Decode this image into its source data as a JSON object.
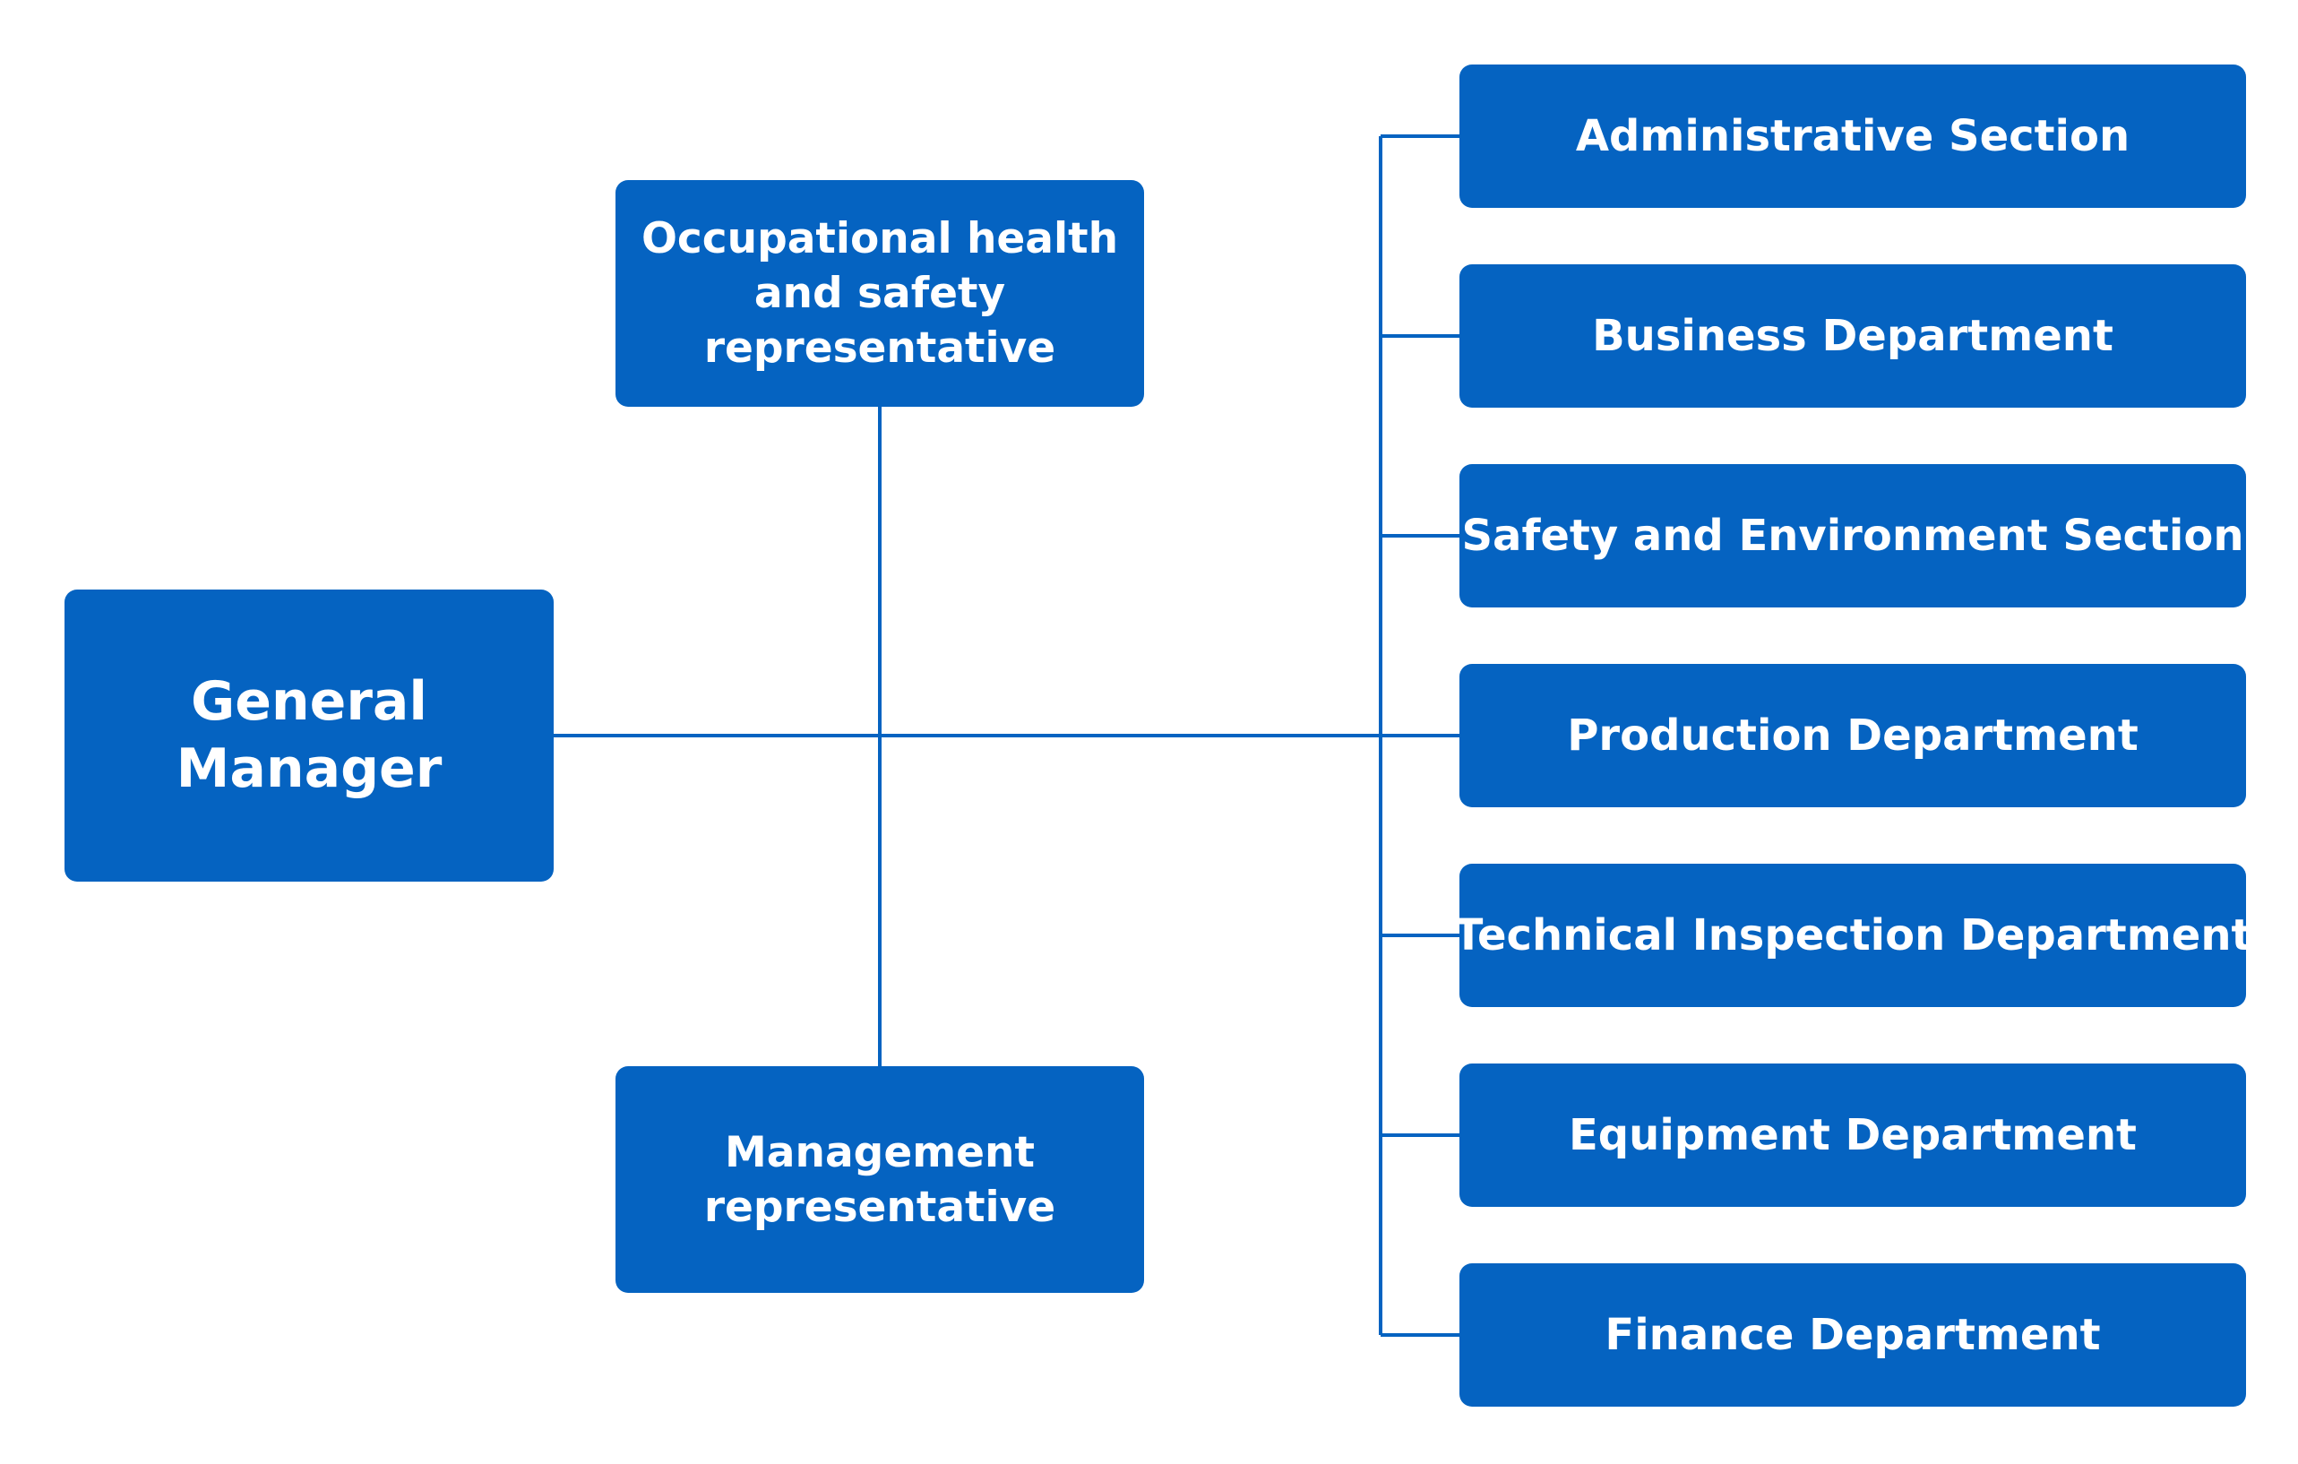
{
  "org_chart": {
    "general_manager": {
      "line1": "General",
      "line2": "Manager"
    },
    "occupational_health_rep": {
      "line1": "Occupational health",
      "line2": "and safety",
      "line3": "representative"
    },
    "management_rep": {
      "line1": "Management",
      "line2": "representative"
    },
    "departments": [
      {
        "label": "Administrative Section"
      },
      {
        "label": "Business Department"
      },
      {
        "label": "Safety and Environment Section"
      },
      {
        "label": "Production Department"
      },
      {
        "label": "Technical Inspection Department"
      },
      {
        "label": "Equipment Department"
      },
      {
        "label": "Finance Department"
      }
    ]
  },
  "colors": {
    "box_fill": "#0563C1",
    "connector": "#0563C1",
    "text": "#FFFFFF",
    "background": "#FFFFFF"
  }
}
